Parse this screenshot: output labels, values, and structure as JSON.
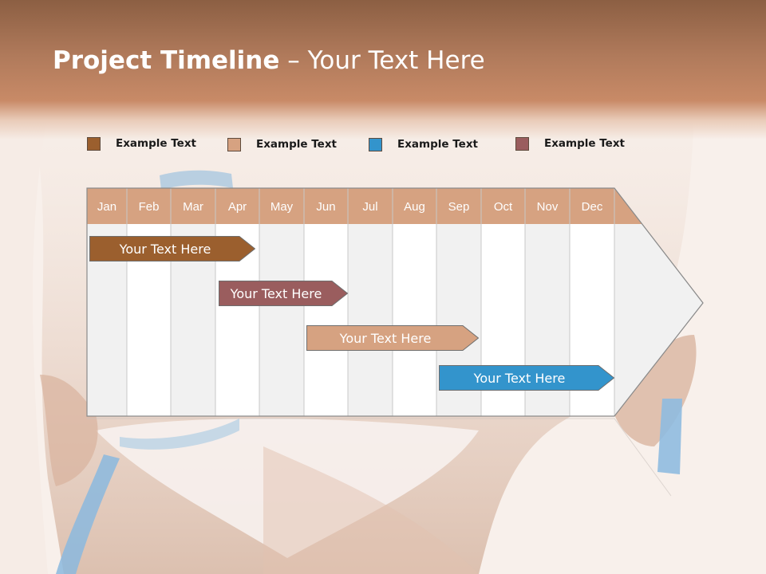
{
  "slide": {
    "title_bold": "Project Timeline",
    "title_rest": " – Your Text Here"
  },
  "legend": [
    {
      "label": "Example Text",
      "color": "#9b5f2e"
    },
    {
      "label": "Example Text",
      "color": "#d6a281"
    },
    {
      "label": "Example Text",
      "color": "#3394cc"
    },
    {
      "label": "Example Text",
      "color": "#9a5d5e"
    }
  ],
  "timeline": {
    "months": [
      "Jan",
      "Feb",
      "Mar",
      "Apr",
      "May",
      "Jun",
      "Jul",
      "Aug",
      "Sep",
      "Oct",
      "Nov",
      "Dec"
    ],
    "header_color": "#d6a281",
    "bars": [
      {
        "label": "Your  Text Here",
        "color": "#9b5f2e",
        "start_month": "Jan",
        "end_month": "Apr"
      },
      {
        "label": "Your  Text Here",
        "color": "#9a5d5e",
        "start_month": "Apr",
        "end_month": "Jun"
      },
      {
        "label": "Your  Text Here",
        "color": "#d6a281",
        "start_month": "Jun",
        "end_month": "Sep"
      },
      {
        "label": "Your  Text Here",
        "color": "#3394cc",
        "start_month": "Sep",
        "end_month": "Dec"
      }
    ]
  }
}
